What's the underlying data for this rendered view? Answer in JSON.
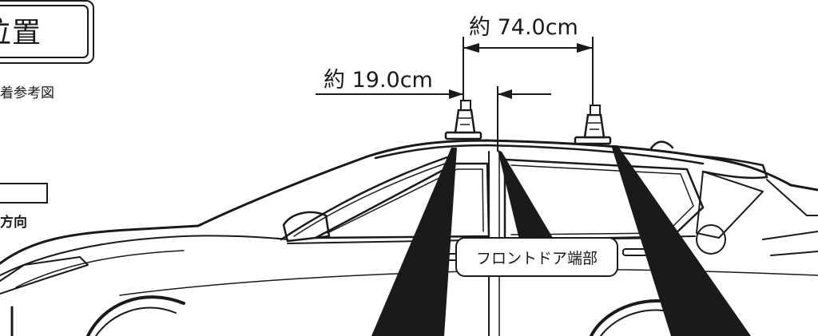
{
  "title": "位置",
  "reference_label": "着参考図",
  "direction_label": "方向",
  "dimension_long": "約 74.0cm",
  "dimension_short": "約 19.0cm",
  "callout_label": "フロントドア端部"
}
